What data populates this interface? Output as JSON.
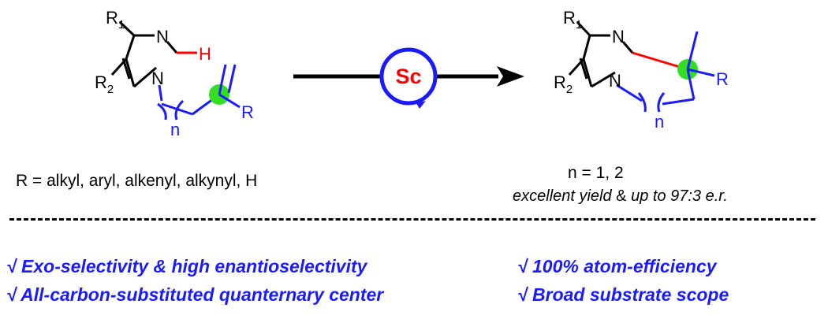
{
  "reactant": {
    "r1": "R",
    "r1_sub": "1",
    "r2": "R",
    "r2_sub": "2",
    "n_atom": "N",
    "n1_atom": "N",
    "h_atom": "H",
    "n_index": "n",
    "r_group": "R"
  },
  "catalyst": {
    "label": "Sc"
  },
  "product": {
    "r1": "R",
    "r1_sub": "1",
    "r2": "R",
    "r2_sub": "2",
    "n_atom": "N",
    "n1_atom": "N",
    "n_index": "n",
    "r_group": "R"
  },
  "scope_text": "R = alkyl, aryl, alkenyl, alkynyl, H",
  "conditions": {
    "n_values": "n = 1, 2",
    "result_pre": "excellent yield",
    "result_amp": " & ",
    "result_post": "up to 97:3  e.r."
  },
  "features": [
    "√ Exo-selectivity & high enantioselectivity",
    "√ 100% atom-efficiency",
    "√ All-carbon-substituted quanternary center",
    "√ Broad substrate scope"
  ],
  "colors": {
    "blue": "#1a1aff",
    "red": "#ff0000",
    "green": "#33dd22",
    "black": "#000000"
  }
}
